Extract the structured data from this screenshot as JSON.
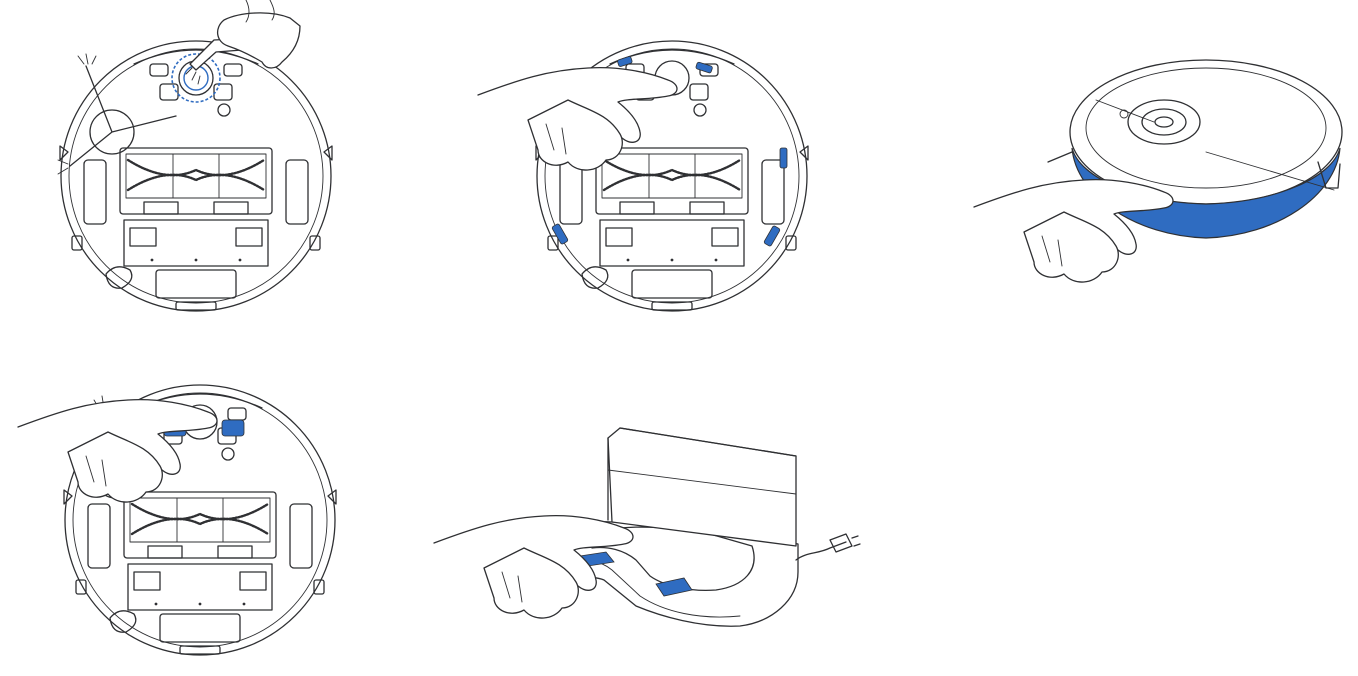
{
  "colors": {
    "highlight": "#2f6cc1",
    "line": "#2f3033",
    "background": "#ffffff"
  },
  "panels": [
    {
      "id": "panel-1",
      "icon": "robot-bottom-sensor-cleaning-icon",
      "highlight": [
        "front-sensor-window"
      ]
    },
    {
      "id": "panel-2",
      "icon": "robot-bottom-edge-sensor-wipe-icon",
      "highlight": [
        "cliff-sensors"
      ]
    },
    {
      "id": "panel-3",
      "icon": "robot-bumper-wipe-icon",
      "highlight": [
        "bumper"
      ]
    },
    {
      "id": "panel-4",
      "icon": "robot-charging-contacts-wipe-icon",
      "highlight": [
        "charging-contacts"
      ]
    },
    {
      "id": "panel-5",
      "icon": "dock-contacts-wipe-icon",
      "highlight": [
        "dock-charging-pads"
      ]
    }
  ]
}
